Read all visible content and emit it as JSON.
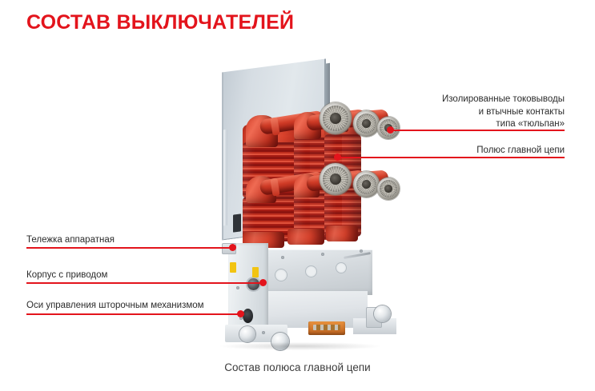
{
  "page": {
    "title": "СОСТАВ ВЫКЛЮЧАТЕЛЕЙ",
    "caption": "Состав полюса главной цепи",
    "background_color": "#ffffff",
    "accent_color": "#e3141c",
    "text_color": "#2b2b2b"
  },
  "callouts": {
    "right": [
      {
        "name": "insulated-current-leads",
        "line1": "Изолированные токовыводы",
        "line2": "и втычные контакты",
        "line3": "типа «тюльпан»"
      },
      {
        "name": "main-circuit-pole",
        "line1": "Полюс главной цепи"
      }
    ],
    "left": [
      {
        "name": "apparatus-trolley",
        "line1": "Тележка аппаратная"
      },
      {
        "name": "drive-housing",
        "line1": "Корпус с приводом"
      },
      {
        "name": "shutter-mechanism-axes",
        "line1": "Оси управления шторочным механизмом"
      }
    ]
  },
  "figure": {
    "name": "vacuum-circuit-breaker-photo",
    "alt": "Вакуумный выключатель на выкатной тележке",
    "parts": {
      "cabinet_panel": "Панель шкафа",
      "pole_insulator": "Полюс главной цепи",
      "tulip_contacts": "Втычные контакты типа «тюльпан»",
      "chassis": "Тележка аппаратная",
      "drive_housing": "Корпус с приводом",
      "terminal_block": "Клеммный блок",
      "wheels": "Колёса тележки"
    },
    "colors": {
      "insulator_red": "#c0301f",
      "contact_silver": "#cfccc3",
      "chassis_gray": "#d6dbdf",
      "panel_gray": "#c9d2da",
      "terminal_orange": "#d1762b",
      "sticker_yellow": "#f2c412"
    }
  }
}
